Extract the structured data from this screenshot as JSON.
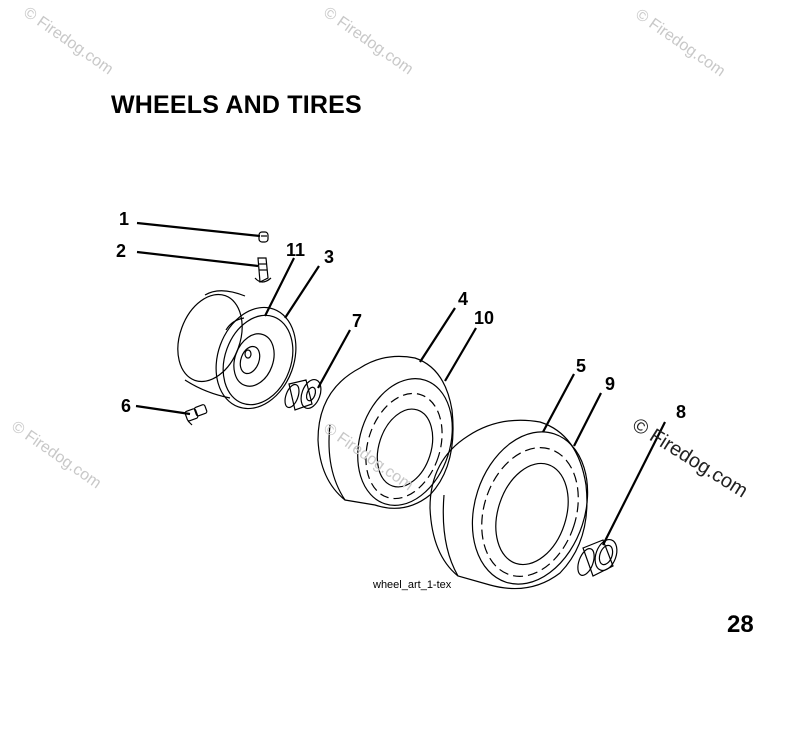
{
  "page": {
    "title": "WHEELS AND TIRES",
    "page_number": "28",
    "art_caption": "wheel_art_1-tex"
  },
  "watermark": {
    "text": "© Firedog.com"
  },
  "callouts": [
    "1",
    "2",
    "11",
    "3",
    "7",
    "6",
    "4",
    "10",
    "5",
    "9",
    "8"
  ],
  "colors": {
    "line": "#000000",
    "watermark": "#c8c8c8"
  }
}
